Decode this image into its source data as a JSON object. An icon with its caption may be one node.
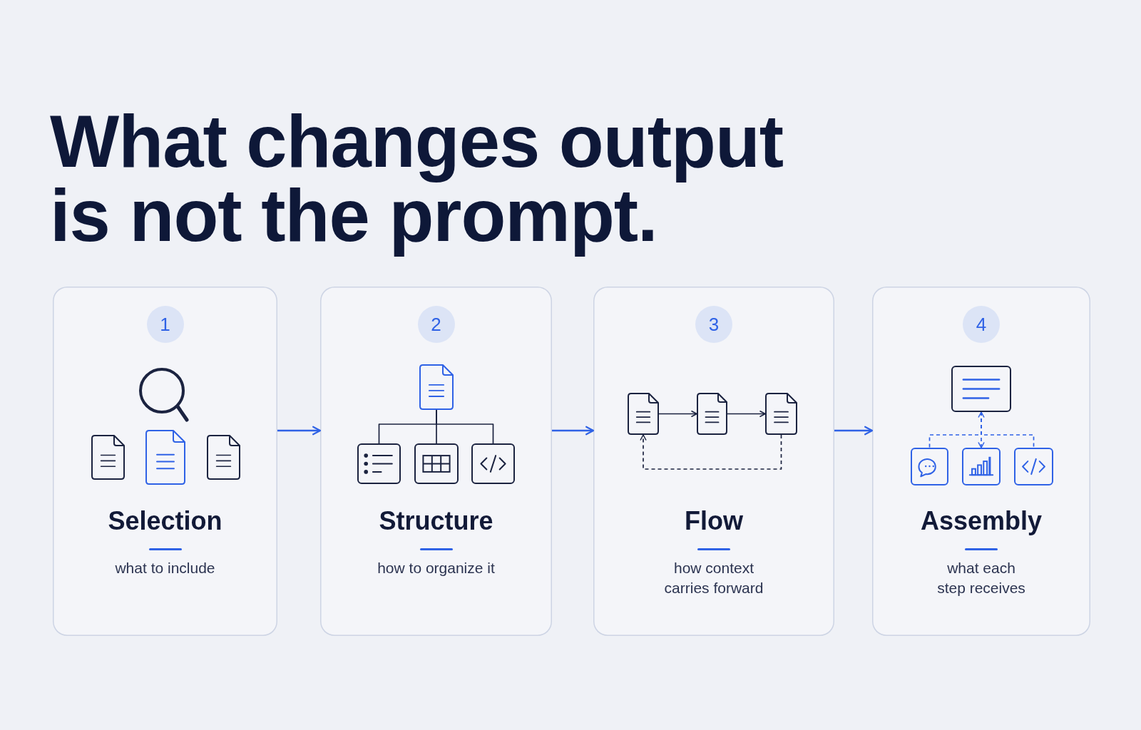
{
  "diagram": {
    "title": "What changes output is not the prompt.",
    "nodes": [
      {
        "text": [
          "Selection",
          "what to include"
        ]
      },
      {
        "text": [
          "1"
        ],
        "in": 0
      },
      {
        "text": [
          "Structure",
          "how to organize it"
        ]
      },
      {
        "text": [
          "2"
        ],
        "in": 2
      },
      {
        "text": [],
        "shape": "document",
        "in": 2
      },
      {
        "text": [],
        "shape": "box",
        "in": 2
      },
      {
        "text": [],
        "shape": "box",
        "in": 2
      },
      {
        "text": [],
        "shape": "box",
        "in": 2
      },
      {
        "text": [
          "Flow",
          "how context carries forward"
        ]
      },
      {
        "text": [
          "3"
        ],
        "in": 8
      },
      {
        "text": [],
        "shape": "document",
        "in": 8
      },
      {
        "text": [],
        "shape": "document",
        "in": 8
      },
      {
        "text": [],
        "shape": "document",
        "in": 8
      },
      {
        "text": [
          "Assembly",
          "what each step receives"
        ]
      },
      {
        "text": [
          "4"
        ],
        "in": 13
      },
      {
        "text": [],
        "shape": "box",
        "in": 13
      },
      {
        "text": [],
        "shape": "box",
        "in": 13
      },
      {
        "text": [],
        "shape": "box",
        "in": 13
      },
      {
        "text": [],
        "shape": "box",
        "in": 13
      }
    ],
    "edges": [
      {
        "from": 0,
        "to": 2,
        "arrow": "to",
        "color": "#2f62e6"
      },
      {
        "from": 2,
        "to": 8,
        "arrow": "to",
        "color": "#2f62e6"
      },
      {
        "from": 8,
        "to": 13,
        "arrow": "to",
        "color": "#2f62e6"
      },
      {
        "from": 4,
        "to": 5,
        "arrow": "none",
        "color": "#1b2340"
      },
      {
        "from": 4,
        "to": 6,
        "arrow": "none",
        "color": "#1b2340"
      },
      {
        "from": 4,
        "to": 7,
        "arrow": "none",
        "color": "#1b2340"
      },
      {
        "from": 10,
        "to": 11,
        "arrow": "to",
        "color": "#1b2340"
      },
      {
        "from": 11,
        "to": 12,
        "arrow": "to",
        "color": "#1b2340"
      },
      {
        "from": 12,
        "to": 10,
        "arrow": "to",
        "style": "dashed",
        "color": "#1b2340"
      },
      {
        "from": 15,
        "to": 17,
        "arrow": "both",
        "style": "dashed",
        "color": "#2f62e6"
      },
      {
        "from": 15,
        "to": 16,
        "arrow": "none",
        "style": "dashed",
        "color": "#2f62e6"
      },
      {
        "from": 15,
        "to": 18,
        "arrow": "none",
        "style": "dashed",
        "color": "#2f62e6"
      }
    ]
  }
}
